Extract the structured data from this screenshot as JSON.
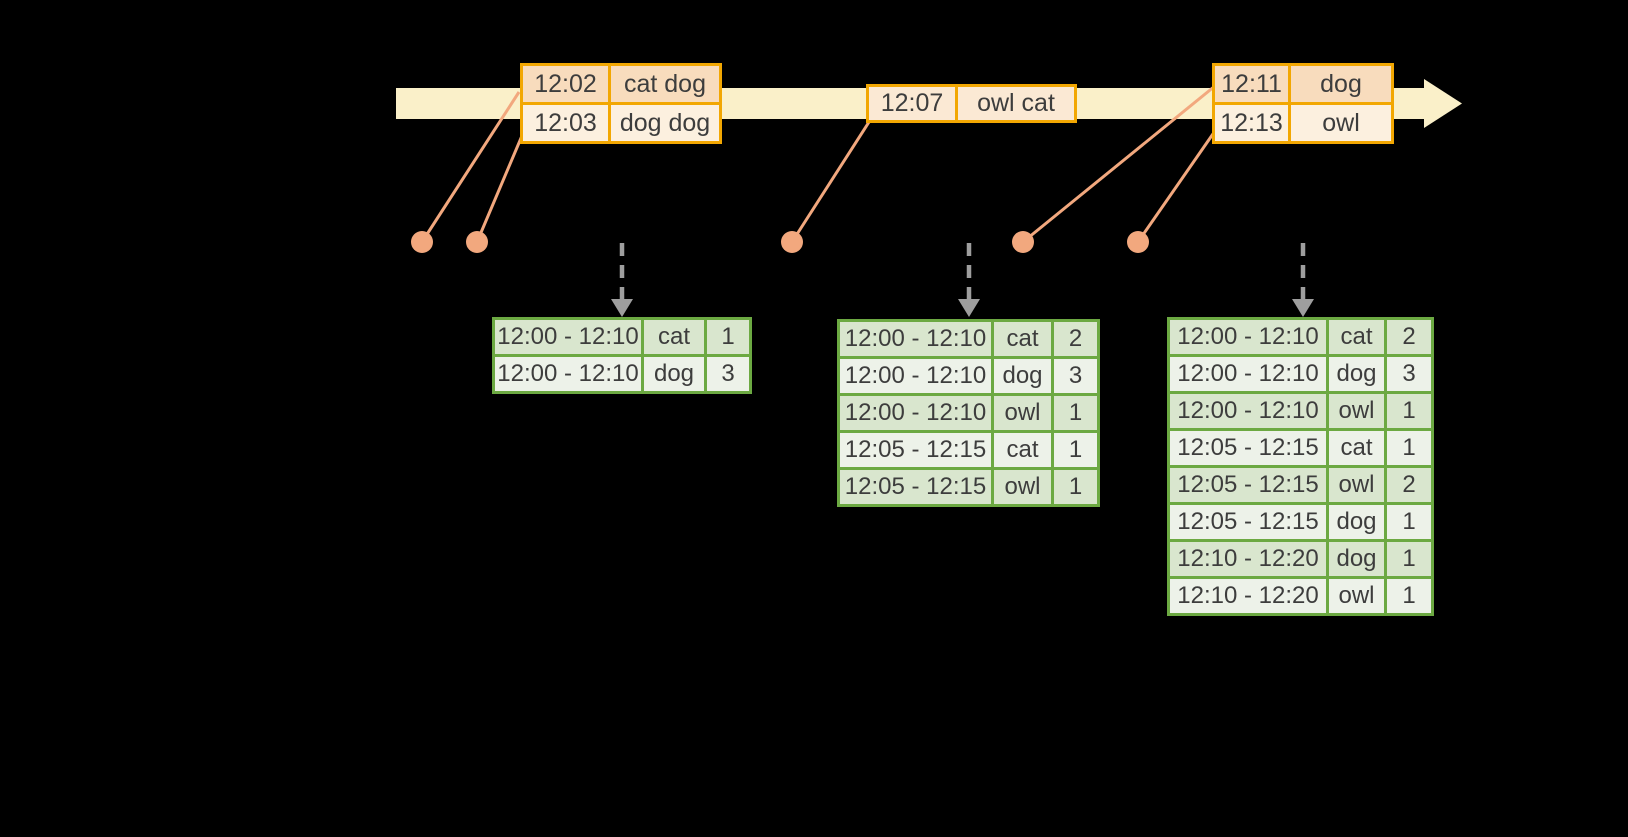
{
  "colors": {
    "background": "#000000",
    "timeline_fill": "#FAF0C9",
    "event_border": "#F2A702",
    "event_row_dark": "#F8DCBD",
    "event_row_light": "#FCF0DF",
    "event_row_mid": "#FBE9D4",
    "result_border": "#6CA942",
    "result_row_dark": "#D9E6CE",
    "result_row_light": "#EDF2E9",
    "connector": "#F2A87E",
    "arrow_gray": "#9E9E9E",
    "text": "#3D3D3D"
  },
  "event_tables": [
    {
      "rows": [
        {
          "time": "12:02",
          "words": "cat dog"
        },
        {
          "time": "12:03",
          "words": "dog dog"
        }
      ]
    },
    {
      "rows": [
        {
          "time": "12:07",
          "words": "owl cat"
        }
      ]
    },
    {
      "rows": [
        {
          "time": "12:11",
          "words": "dog"
        },
        {
          "time": "12:13",
          "words": "owl"
        }
      ]
    }
  ],
  "result_tables": [
    {
      "rows": [
        {
          "window": "12:00 - 12:10",
          "word": "cat",
          "count": "1"
        },
        {
          "window": "12:00 - 12:10",
          "word": "dog",
          "count": "3"
        }
      ]
    },
    {
      "rows": [
        {
          "window": "12:00 - 12:10",
          "word": "cat",
          "count": "2"
        },
        {
          "window": "12:00 - 12:10",
          "word": "dog",
          "count": "3"
        },
        {
          "window": "12:00 - 12:10",
          "word": "owl",
          "count": "1"
        },
        {
          "window": "12:05 - 12:15",
          "word": "cat",
          "count": "1"
        },
        {
          "window": "12:05 - 12:15",
          "word": "owl",
          "count": "1"
        }
      ]
    },
    {
      "rows": [
        {
          "window": "12:00 - 12:10",
          "word": "cat",
          "count": "2"
        },
        {
          "window": "12:00 - 12:10",
          "word": "dog",
          "count": "3"
        },
        {
          "window": "12:00 - 12:10",
          "word": "owl",
          "count": "1"
        },
        {
          "window": "12:05 - 12:15",
          "word": "cat",
          "count": "1"
        },
        {
          "window": "12:05 - 12:15",
          "word": "owl",
          "count": "2"
        },
        {
          "window": "12:05 - 12:15",
          "word": "dog",
          "count": "1"
        },
        {
          "window": "12:10 - 12:20",
          "word": "dog",
          "count": "1"
        },
        {
          "window": "12:10 - 12:20",
          "word": "owl",
          "count": "1"
        }
      ]
    }
  ]
}
